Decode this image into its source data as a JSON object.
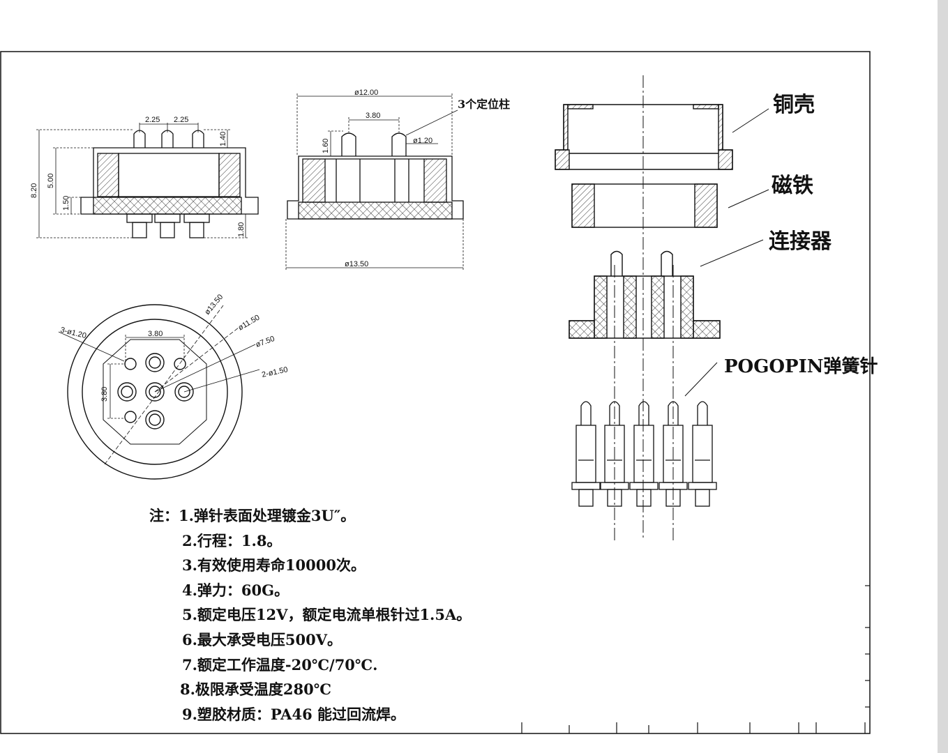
{
  "top_view_dims": {
    "pitch_left": "2.25",
    "pitch_right": "2.25",
    "height_total": "8.20",
    "height_body": "5.00",
    "flange": "1.50",
    "pin_protrusion": "1.40",
    "pin_bottom": "1.80"
  },
  "side_view_dims": {
    "outer_diameter": "ø12.00",
    "pin_spacing": "3.80",
    "post_height": "1.60",
    "post_diameter": "ø1.20",
    "base_diameter": "ø13.50",
    "posts_callout": "3个定位柱"
  },
  "bottom_view_dims": {
    "d_outer": "ø13.50",
    "d_mid": "ø11.50",
    "d_inner": "ø7.50",
    "holes_small": "2-ø1.50",
    "holes_posts": "3-ø1.20",
    "spacing_x": "3.80",
    "spacing_y": "3.80"
  },
  "exploded_labels": {
    "shell": "铜壳",
    "magnet": "磁铁",
    "connector": "连接器",
    "pogopin": "POGOPIN弹簧针"
  },
  "notes": {
    "prefix": "注：",
    "items": [
      "1.弹针表面处理镀金3U″。",
      "2.行程：1.8。",
      "3.有效使用寿命10000次。",
      "4.弹力：60G。",
      "5.额定电压12V，额定电流单根针过1.5A。",
      "6.最大承受电压500V。",
      "7.额定工作温度-20℃/70℃.",
      "8.极限承受温度280℃",
      "9.塑胶材质：PA46 能过回流焊。"
    ]
  }
}
